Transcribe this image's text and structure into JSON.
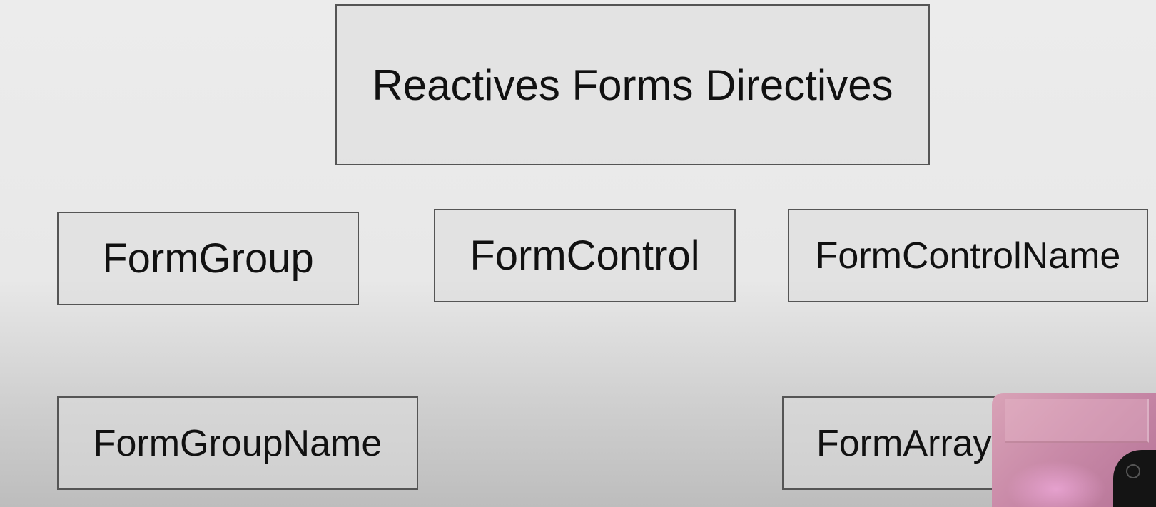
{
  "diagram": {
    "title": "Reactives Forms Directives",
    "nodes": [
      "FormGroup",
      "FormControl",
      "FormControlName",
      "FormGroupName",
      "FormArray"
    ]
  }
}
